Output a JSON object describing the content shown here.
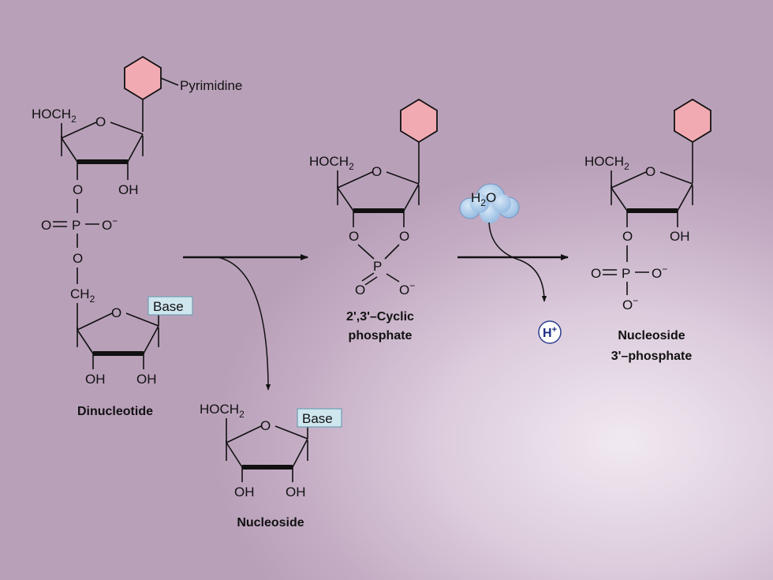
{
  "labels": {
    "pyrimidine": "Pyrimidine",
    "base": "Base",
    "hoch2": "HOCH",
    "hoch2_sub": "2",
    "ch2": "CH",
    "ch2_sub": "2",
    "ring_o": "O",
    "oh": "OH",
    "o": "O",
    "o_minus": "O",
    "minus": "−",
    "p": "P",
    "water": "H",
    "water_sub": "2",
    "water_o": "O",
    "proton": "H",
    "proton_sup": "+"
  },
  "captions": {
    "dinucleotide": "Dinucleotide",
    "cyclic_line1": "2',3'–Cyclic",
    "cyclic_line2": "phosphate",
    "nucleoside": "Nucleoside",
    "n3p_line1": "Nucleoside",
    "n3p_line2": "3'–phosphate"
  },
  "colors": {
    "pyrimidine_ring": "#f2aab2",
    "base_box": "#cfe6ee",
    "water_cloud": "#a9c8e8",
    "proton_circle": "#ffffff"
  }
}
